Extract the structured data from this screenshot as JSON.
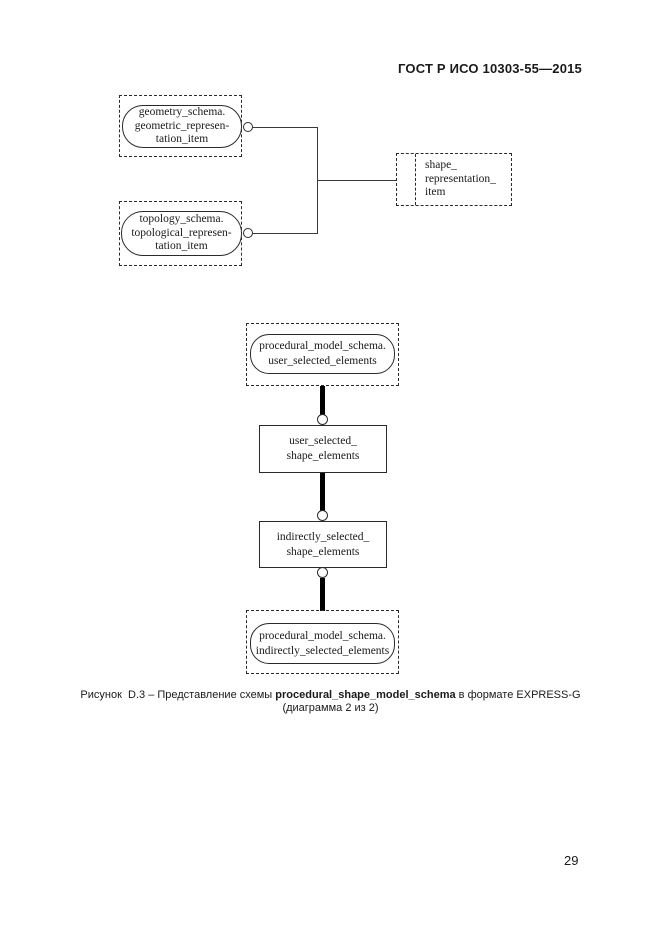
{
  "header": {
    "standard_number": "ГОСТ Р ИСО 10303-55—2015"
  },
  "page_number": "29",
  "diagram_top": {
    "geometry_node": "geometry_schema.\ngeometric_represen-\ntation_item",
    "topology_node": "topology_schema.\ntopological_represen-\ntation_item",
    "shape_representation_node": "shape_\nrepresentation_\nitem"
  },
  "diagram_bottom": {
    "user_selected_ref_node": "procedural_model_schema.\nuser_selected_elements",
    "user_selected_node": "user_selected_\nshape_elements",
    "indirectly_selected_node": "indirectly_selected_\nshape_elements",
    "indirectly_selected_ref_node": "procedural_model_schema.\nindirectly_selected_elements"
  },
  "caption": {
    "text_before_bold": "Рисунок  D.3 – Представление схемы ",
    "bold_text": "procedural_shape_model_schema",
    "text_after_bold": " в формате EXPRESS-G",
    "line2": "(диаграмма 2 из 2)"
  }
}
